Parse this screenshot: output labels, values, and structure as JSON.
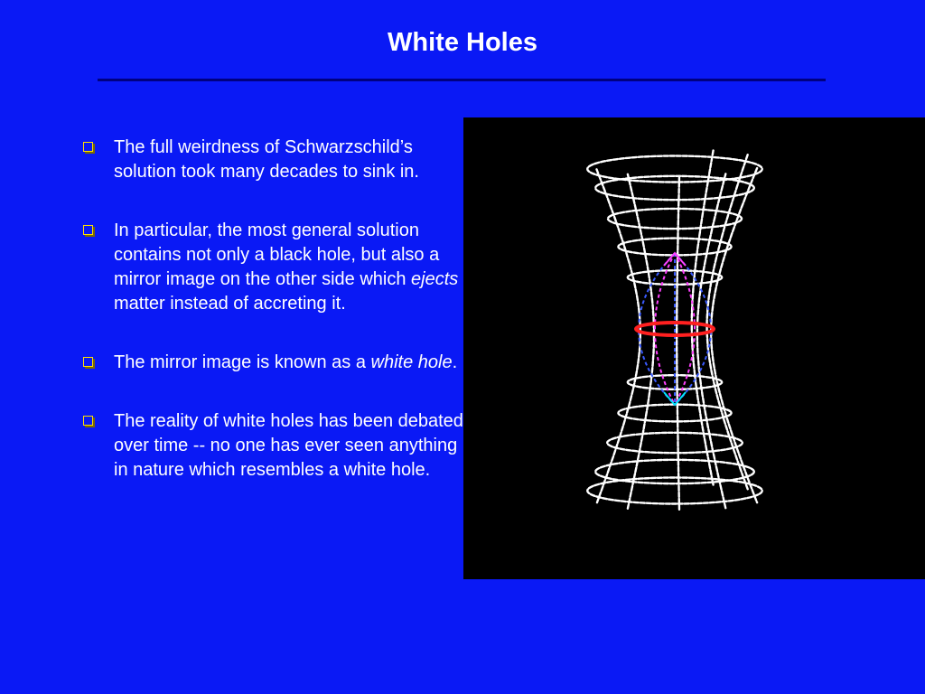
{
  "slide": {
    "title": "White Holes",
    "bullets": [
      {
        "text_before": "The full weirdness of Schwarzschild’s solution took many decades to sink in.",
        "emphasis": "",
        "text_after": ""
      },
      {
        "text_before": "In particular, the most general solution contains not only a black hole, but also a mirror image on the other side which ",
        "emphasis": "ejects",
        "text_after": " matter instead of accreting it."
      },
      {
        "text_before": "The mirror image is known as a ",
        "emphasis": "white hole",
        "text_after": "."
      },
      {
        "text_before": "The reality of white holes has been debated over time -- no one has ever seen anything in nature which resembles a white hole.",
        "emphasis": "",
        "text_after": ""
      }
    ]
  },
  "figure": {
    "icon": "wormhole-wireframe-diagram",
    "colors": {
      "background": "#000000",
      "mesh": "#ffffff",
      "throat_ring": "#ff2020",
      "lens_blue": "#3a5bff",
      "lens_magenta": "#ff40ff",
      "lens_cyan": "#00e5ff"
    }
  },
  "theme": {
    "background": "#0a19f5",
    "text": "#ffffff",
    "rule": "#000080",
    "bullet": "#ffe100"
  }
}
